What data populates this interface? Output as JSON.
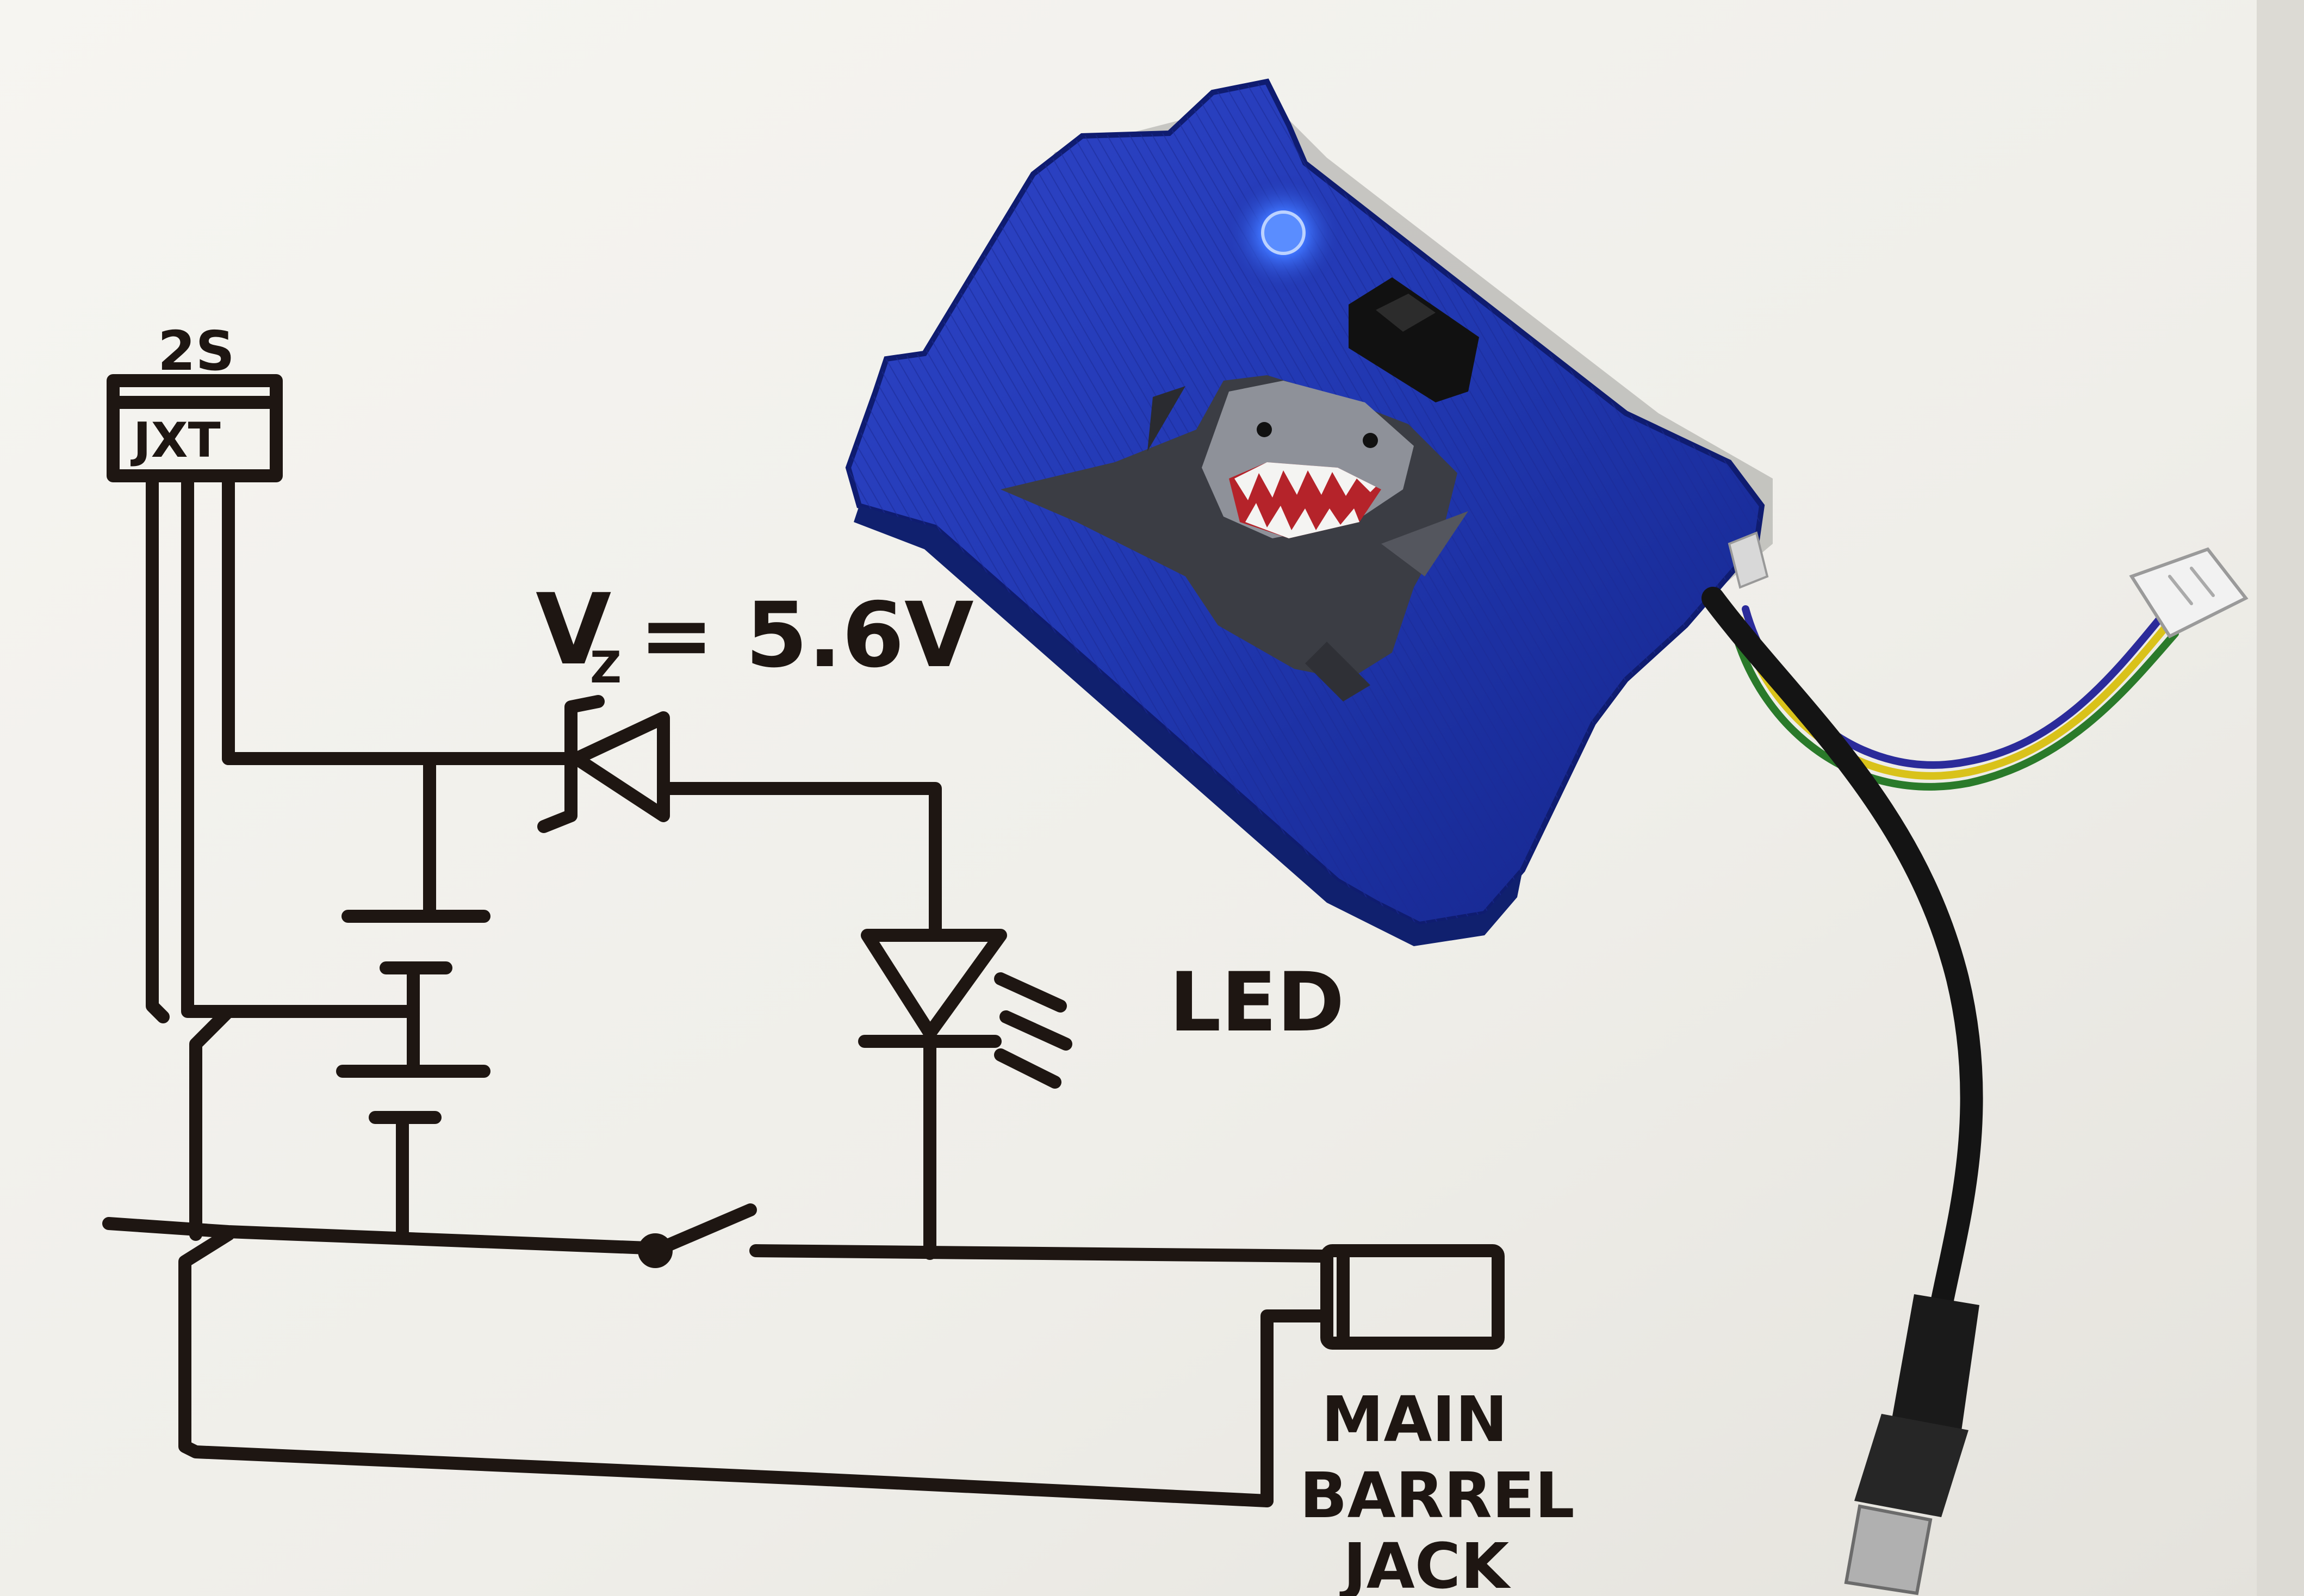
{
  "schematic": {
    "battery_label_top": "2S",
    "battery_label_connector": "JXT",
    "zener_label_prefix": "V",
    "zener_label_subscript": "Z",
    "zener_label_value": "= 5.6V",
    "led_label": "LED",
    "jack_label_line1": "MAIN",
    "jack_label_line2": "BARREL",
    "jack_label_line3": "JACK"
  },
  "device": {
    "enclosure_color": "#1d2fa3",
    "status_led_color": "#2a56ff",
    "wire_colors": [
      "#2b2b9a",
      "#d9c21a",
      "#2a7a2a"
    ],
    "cable_color": "#141414"
  },
  "paper_color": "#f3f2ee",
  "ink_color": "#1e1612"
}
